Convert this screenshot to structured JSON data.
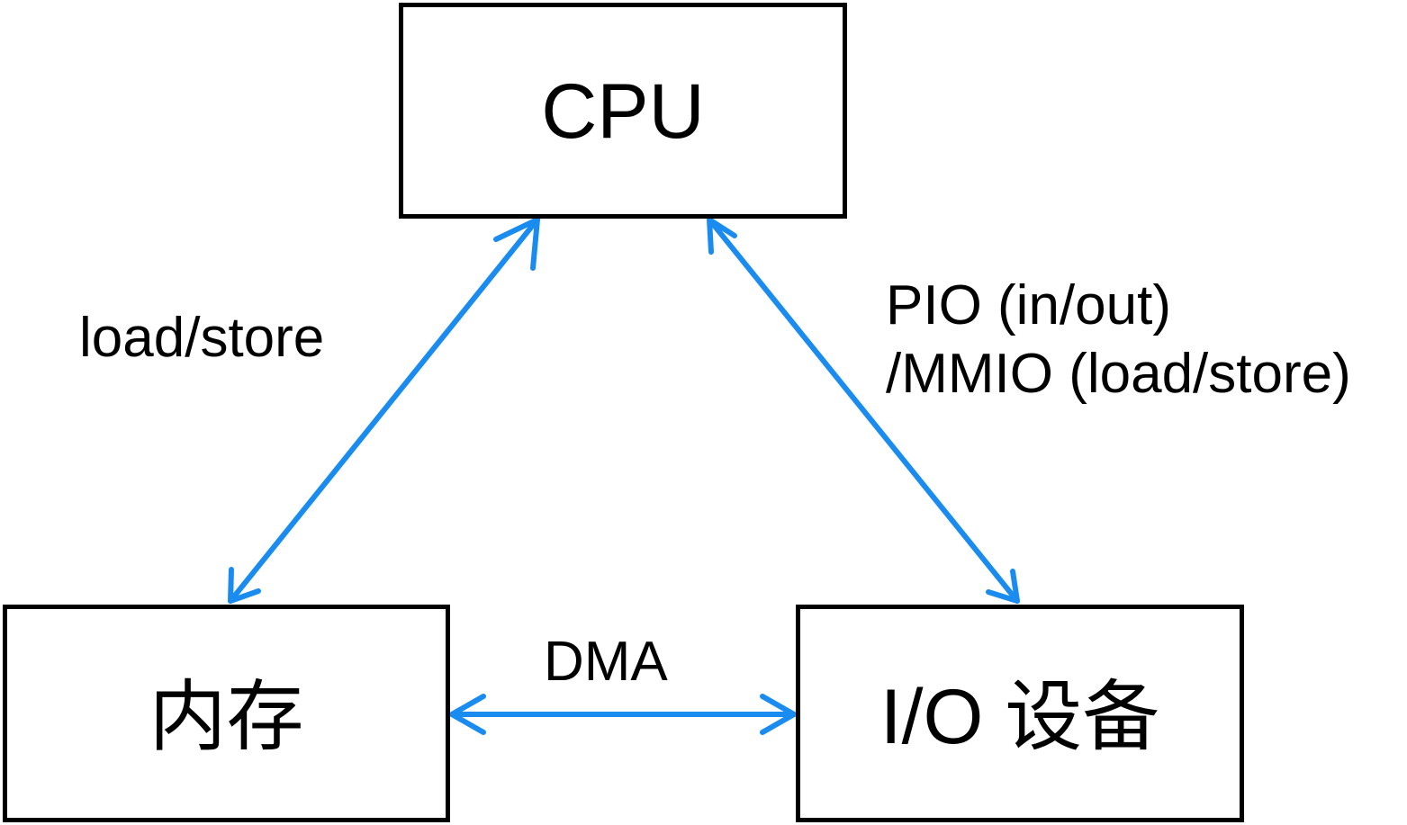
{
  "nodes": {
    "cpu": "CPU",
    "memory": "内存",
    "io_device": "I/O 设备"
  },
  "edges": {
    "memory_cpu": "load/store",
    "io_cpu_line1": "PIO (in/out)",
    "io_cpu_line2": "/MMIO (load/store)",
    "memory_io": "DMA"
  },
  "colors": {
    "arrow": "#1a8cf0",
    "box_border": "#000000",
    "text": "#000000"
  }
}
